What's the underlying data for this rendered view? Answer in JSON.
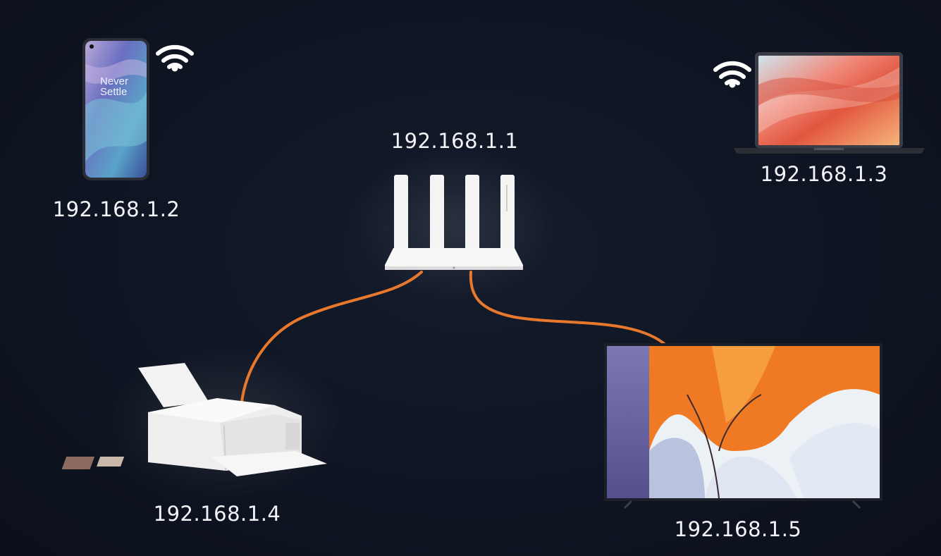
{
  "diagram": {
    "router": {
      "ip": "192.168.1.1"
    },
    "phone": {
      "ip": "192.168.1.2",
      "screen_text_line1": "Never",
      "screen_text_line2": "Settle",
      "connection": "wifi"
    },
    "laptop": {
      "ip": "192.168.1.3",
      "connection": "wifi"
    },
    "printer": {
      "ip": "192.168.1.4",
      "connection": "ethernet"
    },
    "tv": {
      "ip": "192.168.1.5",
      "connection": "ethernet"
    }
  },
  "colors": {
    "background": "#0e1421",
    "ethernet_cable": "#e8782c",
    "device_white": "#f4f4f4",
    "label_text": "#f2f4f8"
  }
}
